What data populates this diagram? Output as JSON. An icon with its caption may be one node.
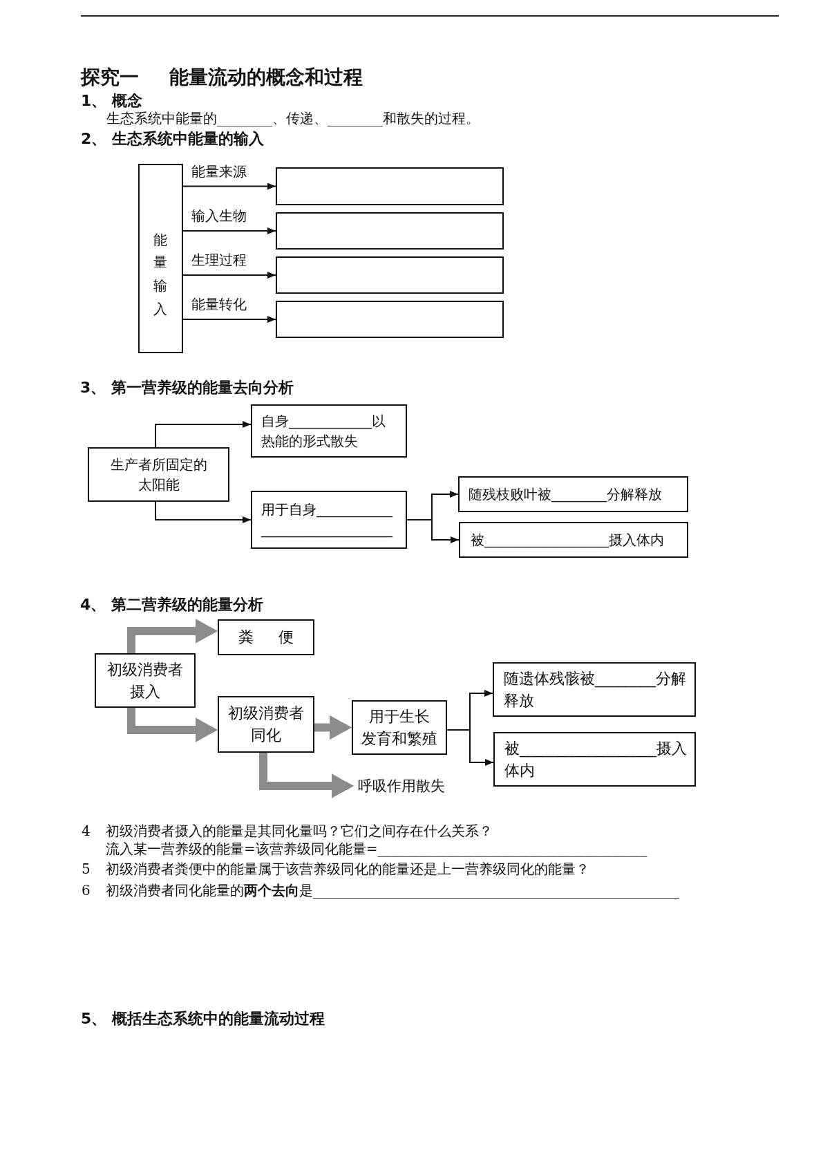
{
  "diagram": {
    "title": "探究一 能量流动的概念和过程",
    "nodes": [
      {
        "text": [
          "能量输入"
        ]
      },
      {
        "text": [],
        "shape": "box"
      },
      {
        "text": [],
        "shape": "box"
      },
      {
        "text": [],
        "shape": "box"
      },
      {
        "text": [],
        "shape": "box"
      },
      {
        "text": [
          "生产者所固定的太阳能"
        ]
      },
      {
        "text": [
          "自身____________以热能的形式散失"
        ]
      },
      {
        "text": [
          "用于自身___________ ___________________"
        ]
      },
      {
        "text": [
          "随残枝败叶被________分解释放"
        ]
      },
      {
        "text": [
          "被__________________摄入体内"
        ]
      },
      {
        "text": [
          "初级消费者摄入"
        ]
      },
      {
        "text": [
          "粪 便"
        ]
      },
      {
        "text": [
          "初级消费者同化"
        ]
      },
      {
        "text": [
          "用于生长发育和繁殖"
        ]
      },
      {
        "text": [
          "呼吸作用散失"
        ]
      },
      {
        "text": [
          "随遗体残骸被________分解释放"
        ]
      },
      {
        "text": [
          "被__________________摄入体内"
        ]
      }
    ],
    "edges": [
      {
        "from": 0,
        "to": 1,
        "arrow": "to",
        "label": "能量来源"
      },
      {
        "from": 0,
        "to": 2,
        "arrow": "to",
        "label": "输入生物"
      },
      {
        "from": 0,
        "to": 3,
        "arrow": "to",
        "label": "生理过程"
      },
      {
        "from": 0,
        "to": 4,
        "arrow": "to",
        "label": "能量转化"
      },
      {
        "from": 5,
        "to": 6,
        "arrow": "to"
      },
      {
        "from": 5,
        "to": 7,
        "arrow": "to"
      },
      {
        "from": 7,
        "to": 8,
        "arrow": "to"
      },
      {
        "from": 7,
        "to": 9,
        "arrow": "to"
      },
      {
        "from": 10,
        "to": 11,
        "arrow": "to",
        "style": "thick",
        "color": "#8c8c8c"
      },
      {
        "from": 10,
        "to": 12,
        "arrow": "to",
        "style": "thick",
        "color": "#8c8c8c"
      },
      {
        "from": 12,
        "to": 13,
        "arrow": "to",
        "style": "thick",
        "color": "#8c8c8c"
      },
      {
        "from": 12,
        "to": 14,
        "arrow": "to",
        "style": "thick",
        "color": "#8c8c8c"
      },
      {
        "from": 13,
        "to": 15,
        "arrow": "to"
      },
      {
        "from": 13,
        "to": 16,
        "arrow": "to"
      }
    ],
    "labels": [
      "1、 概念",
      "生态系统中能量的________、传递、________和散失的过程。",
      "2、 生态系统中能量的输入",
      "3、 第一营养级的能量去向分析",
      "4、 第二营养级的能量分析",
      "4",
      "初级消费者摄入的能量是其同化量吗？它们之间存在什么关系？",
      "流入某一营养级的能量=该营养级同化能量=_______________________________________",
      "5",
      "初级消费者粪便中的能量属于该营养级同化的能量还是上一营养级同化的能量？",
      "6",
      "初级消费者同化能量的**两个去向**是_____________________________________________________",
      "5、 概括生态系统中的能量流动过程"
    ]
  }
}
